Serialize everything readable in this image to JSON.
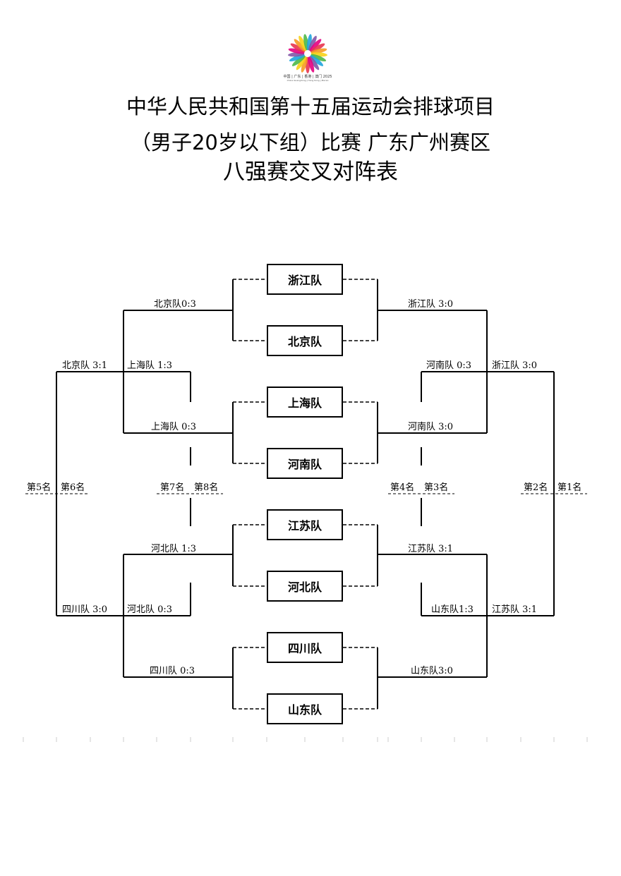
{
  "title": {
    "line1": "中华人民共和国第十五届运动会排球项目",
    "line2": "（男子20岁以下组）比赛 广东广州赛区",
    "line3": "八强赛交叉对阵表"
  },
  "logo": {
    "caption": "中国 | 广东 | 香港 | 澳门 2025",
    "caption_en": "China Guangdong | Hong Kong | Macao",
    "colors": [
      "#e8344e",
      "#f59a23",
      "#f7d117",
      "#4cb848",
      "#1fa4de",
      "#8156a7",
      "#e4007f"
    ]
  },
  "teams": [
    "浙江队",
    "北京队",
    "上海队",
    "河南队",
    "江苏队",
    "河北队",
    "四川队",
    "山东队"
  ],
  "results": {
    "l_qf1": "北京队0:3",
    "r_qf1": "浙江队 3:0",
    "l_qf2": "上海队 0:3",
    "r_qf2": "河南队 3:0",
    "l_qf3": "河北队 1:3",
    "r_qf3": "江苏队 3:1",
    "l_qf4": "四川队 0:3",
    "r_qf4": "山东队3:0",
    "l_sf_top_outer": "北京队 3:1",
    "l_sf_top_inner": "上海队 1:3",
    "l_sf_bot_outer": "四川队 3:0",
    "l_sf_bot_inner": "河北队 0:3",
    "r_sf_top_inner": "河南队 0:3",
    "r_sf_top_outer": "浙江队 3:0",
    "r_sf_bot_inner": "山东队1:3",
    "r_sf_bot_outer": "江苏队 3:1"
  },
  "ranks": {
    "p5": "第5名",
    "p6": "第6名",
    "p7": "第7名",
    "p8": "第8名",
    "p4": "第4名",
    "p3": "第3名",
    "p2": "第2名",
    "p1": "第1名"
  }
}
